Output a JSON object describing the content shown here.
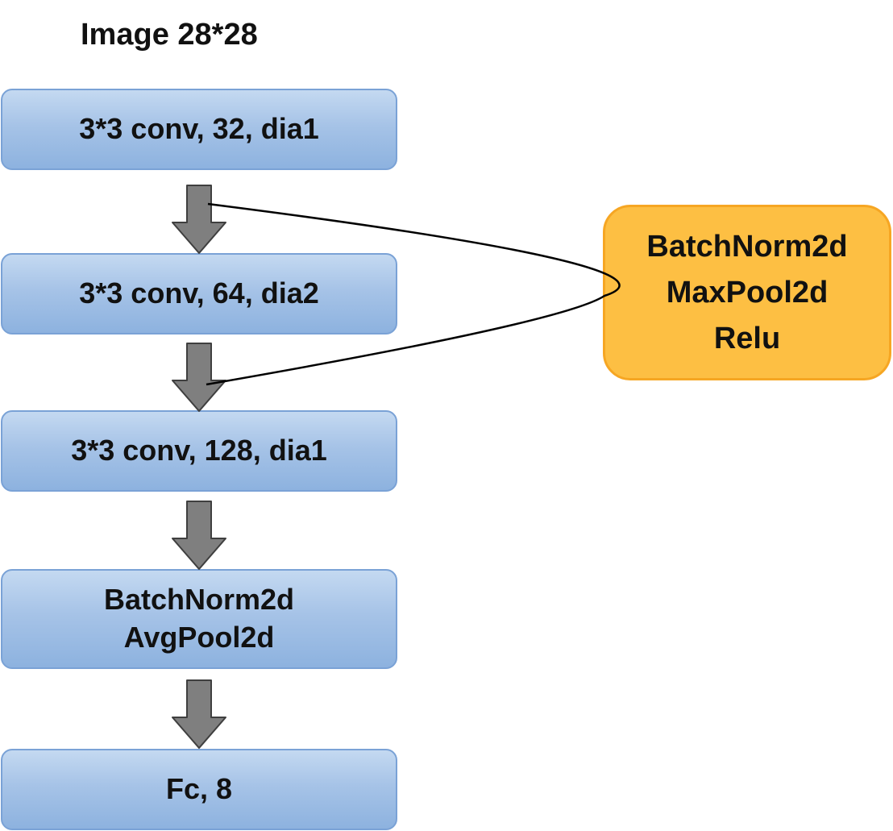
{
  "title": "Image 28*28",
  "layers": [
    {
      "label": "3*3 conv, 32, dia1"
    },
    {
      "label": "3*3 conv, 64, dia2"
    },
    {
      "label": "3*3 conv, 128, dia1"
    },
    {
      "lines": [
        "BatchNorm2d",
        "AvgPool2d"
      ]
    },
    {
      "label": "Fc, 8"
    }
  ],
  "side_block": {
    "lines": [
      "BatchNorm2d",
      "MaxPool2d",
      "Relu"
    ]
  },
  "colors": {
    "layer_fill": "#a6c3e7",
    "layer_border": "#7aa2d6",
    "side_fill": "#fdbf43",
    "side_border": "#f6a623",
    "arrow_fill": "#7f7f7f",
    "arrow_stroke": "#3f3f3f"
  }
}
